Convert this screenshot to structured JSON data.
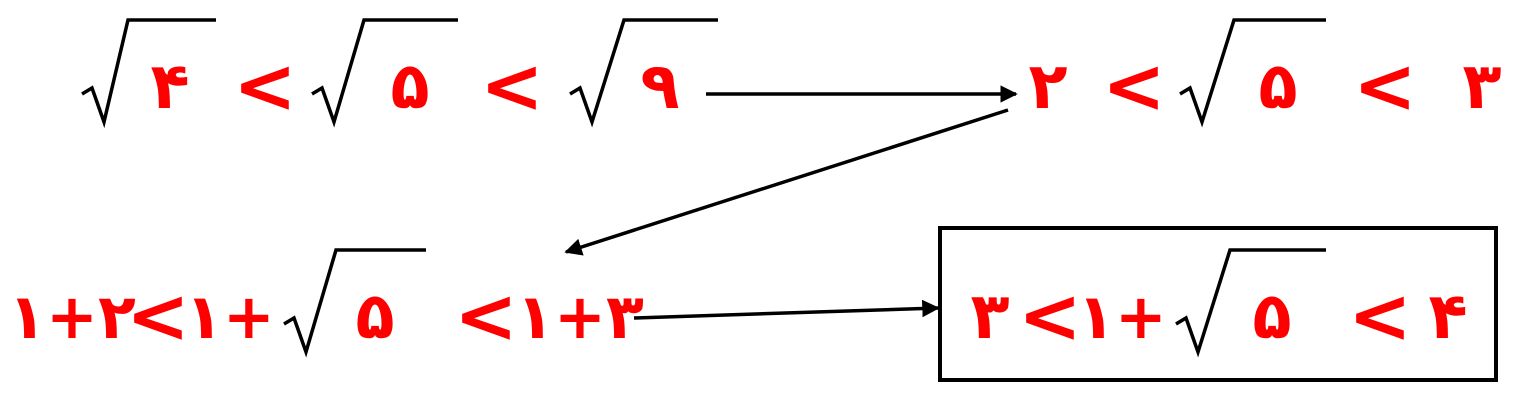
{
  "steps": [
    {
      "id": "step1",
      "left": "۴",
      "op1": "<",
      "middle": "۵",
      "op2": "<",
      "right": "۹"
    },
    {
      "id": "step2",
      "left": "۲",
      "op1": "<",
      "middle": "۵",
      "op2": "<",
      "right": "۳"
    },
    {
      "id": "step3",
      "left": "۱+۲",
      "op1": "<",
      "middle_prefix": "۱+",
      "middle": "۵",
      "op2": "<",
      "right": "۱+۳"
    },
    {
      "id": "step4",
      "left": "۳",
      "op1": "<",
      "middle_prefix": "۱+",
      "middle": "۵",
      "op2": "<",
      "right": "۴"
    }
  ],
  "highlight": "step4",
  "text_color": "#ff0000",
  "line_color": "#000000"
}
